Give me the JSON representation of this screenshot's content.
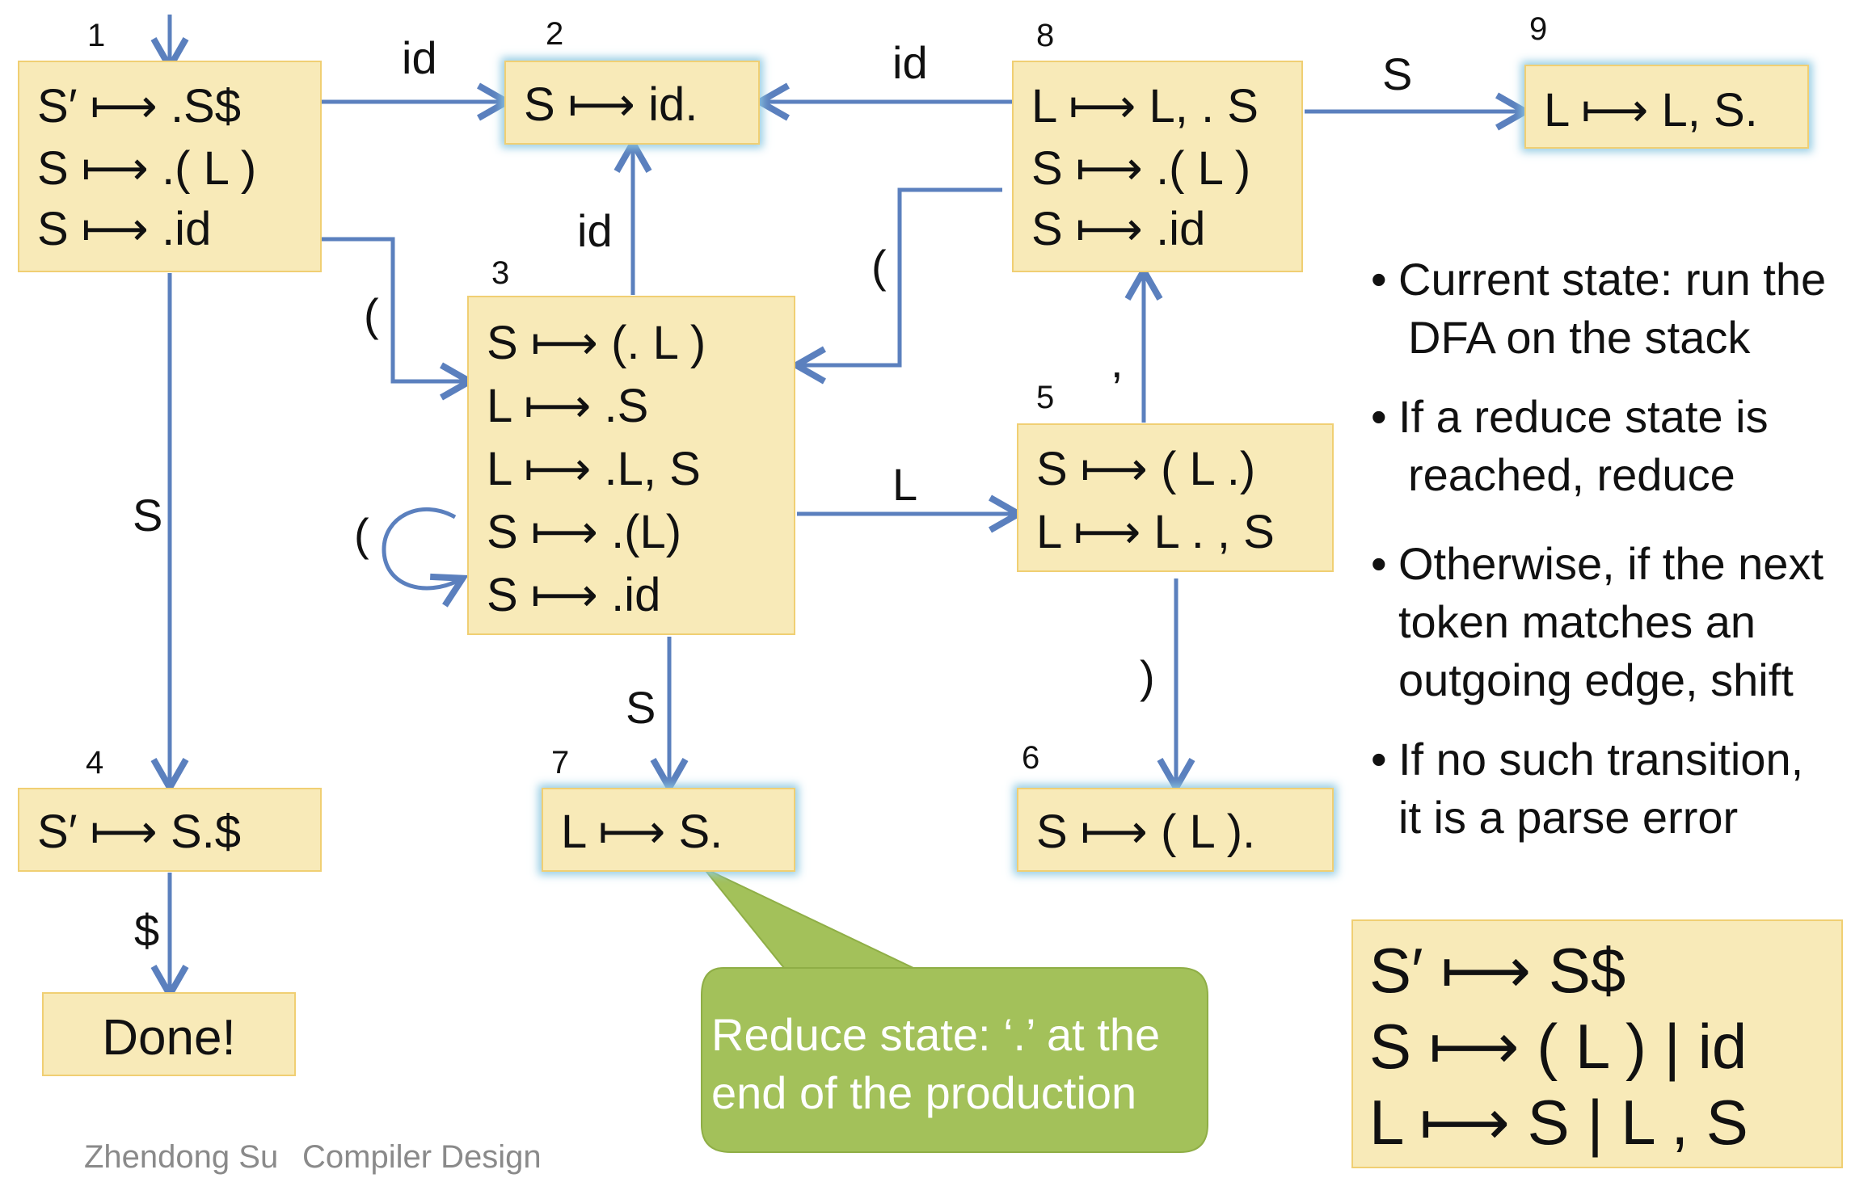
{
  "states": {
    "s1": {
      "number": "1",
      "items": [
        "S′ ⟼ .S$",
        "S ⟼ .( L )",
        "S ⟼ .id"
      ]
    },
    "s2": {
      "number": "2",
      "items": [
        "S ⟼ id."
      ]
    },
    "s3": {
      "number": "3",
      "items": [
        "S ⟼ (. L )",
        "L ⟼ .S",
        "L ⟼ .L, S",
        "S ⟼ .(L)",
        "S ⟼ .id"
      ]
    },
    "s4": {
      "number": "4",
      "items": [
        "S′ ⟼ S.$"
      ]
    },
    "s5": {
      "number": "5",
      "items": [
        "S ⟼ ( L .)",
        "L ⟼ L . , S"
      ]
    },
    "s6": {
      "number": "6",
      "items": [
        "S ⟼ ( L )."
      ]
    },
    "s7": {
      "number": "7",
      "items": [
        "L ⟼ S."
      ]
    },
    "s8": {
      "number": "8",
      "items": [
        "L ⟼ L, . S",
        "S ⟼ .( L )",
        "S ⟼ .id"
      ]
    },
    "s9": {
      "number": "9",
      "items": [
        "L ⟼ L, S."
      ]
    },
    "done": {
      "label": "Done!"
    }
  },
  "edge_labels": {
    "e1_2": "id",
    "e8_2": "id",
    "e8_9": "S",
    "e3_2": "id",
    "e1_3": "(",
    "e8_3": "(",
    "e5_8": ",",
    "e3_3": "(",
    "e3_5": "L",
    "e1_4": "S",
    "e3_7": "S",
    "e5_6": ")",
    "e4_done": "$"
  },
  "bullets": [
    {
      "line1": "Current state: run the",
      "line2": "DFA on the stack"
    },
    {
      "line1": "If a reduce state is",
      "line2": "reached, reduce"
    },
    {
      "line1": "Otherwise, if the next",
      "line2": "token matches an",
      "line3": "outgoing edge, shift"
    },
    {
      "line1": "If no such transition,",
      "line2": "it is a parse error"
    }
  ],
  "grammar": [
    "S′ ⟼ S$",
    "S ⟼ ( L )  |  id",
    "L ⟼ S   |   L , S"
  ],
  "callout": {
    "line1": "Reduce state: ‘.’ at the",
    "line2": "end of the production"
  },
  "footer": {
    "author": "Zhendong Su",
    "course": "Compiler Design"
  },
  "colors": {
    "box_fill": "#f8eab8",
    "box_border": "#f0cf73",
    "arrow": "#5b80be",
    "callout": "#a3c15a",
    "reduce_glow": "#8cc8e1"
  }
}
